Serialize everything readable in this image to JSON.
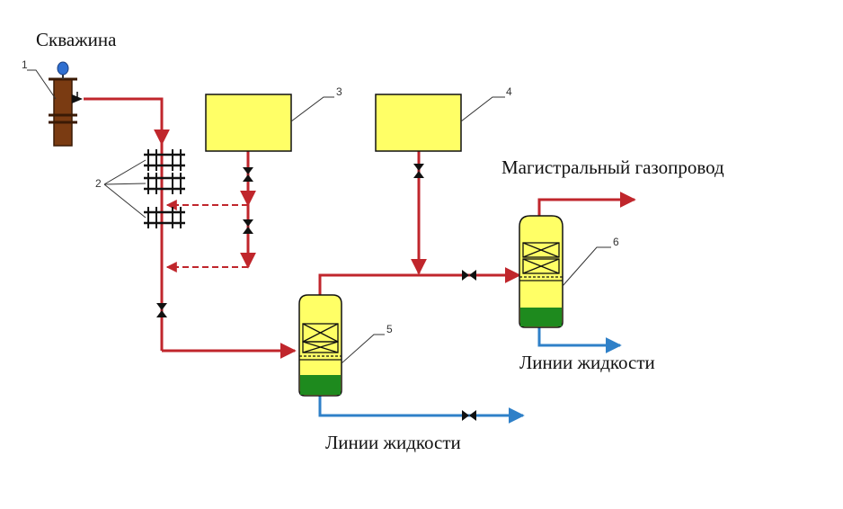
{
  "labels": {
    "well": "Скважина",
    "gas_main": "Магистральный газопровод",
    "liquid_line_1": "Линии жидкости",
    "liquid_line_2": "Линии жидкости"
  },
  "numbers": {
    "n1": "1",
    "n2": "2",
    "n3": "3",
    "n4": "4",
    "n5": "5",
    "n6": "6"
  },
  "colors": {
    "gas_pipe": "#c0262c",
    "liquid_pipe": "#2f80c8",
    "vessel_fill": "#ffff66",
    "liquid_fill": "#1e8a1e",
    "valve": "#111111",
    "wellhead": "#7a3b12",
    "gauge": "#2f6fd0"
  }
}
